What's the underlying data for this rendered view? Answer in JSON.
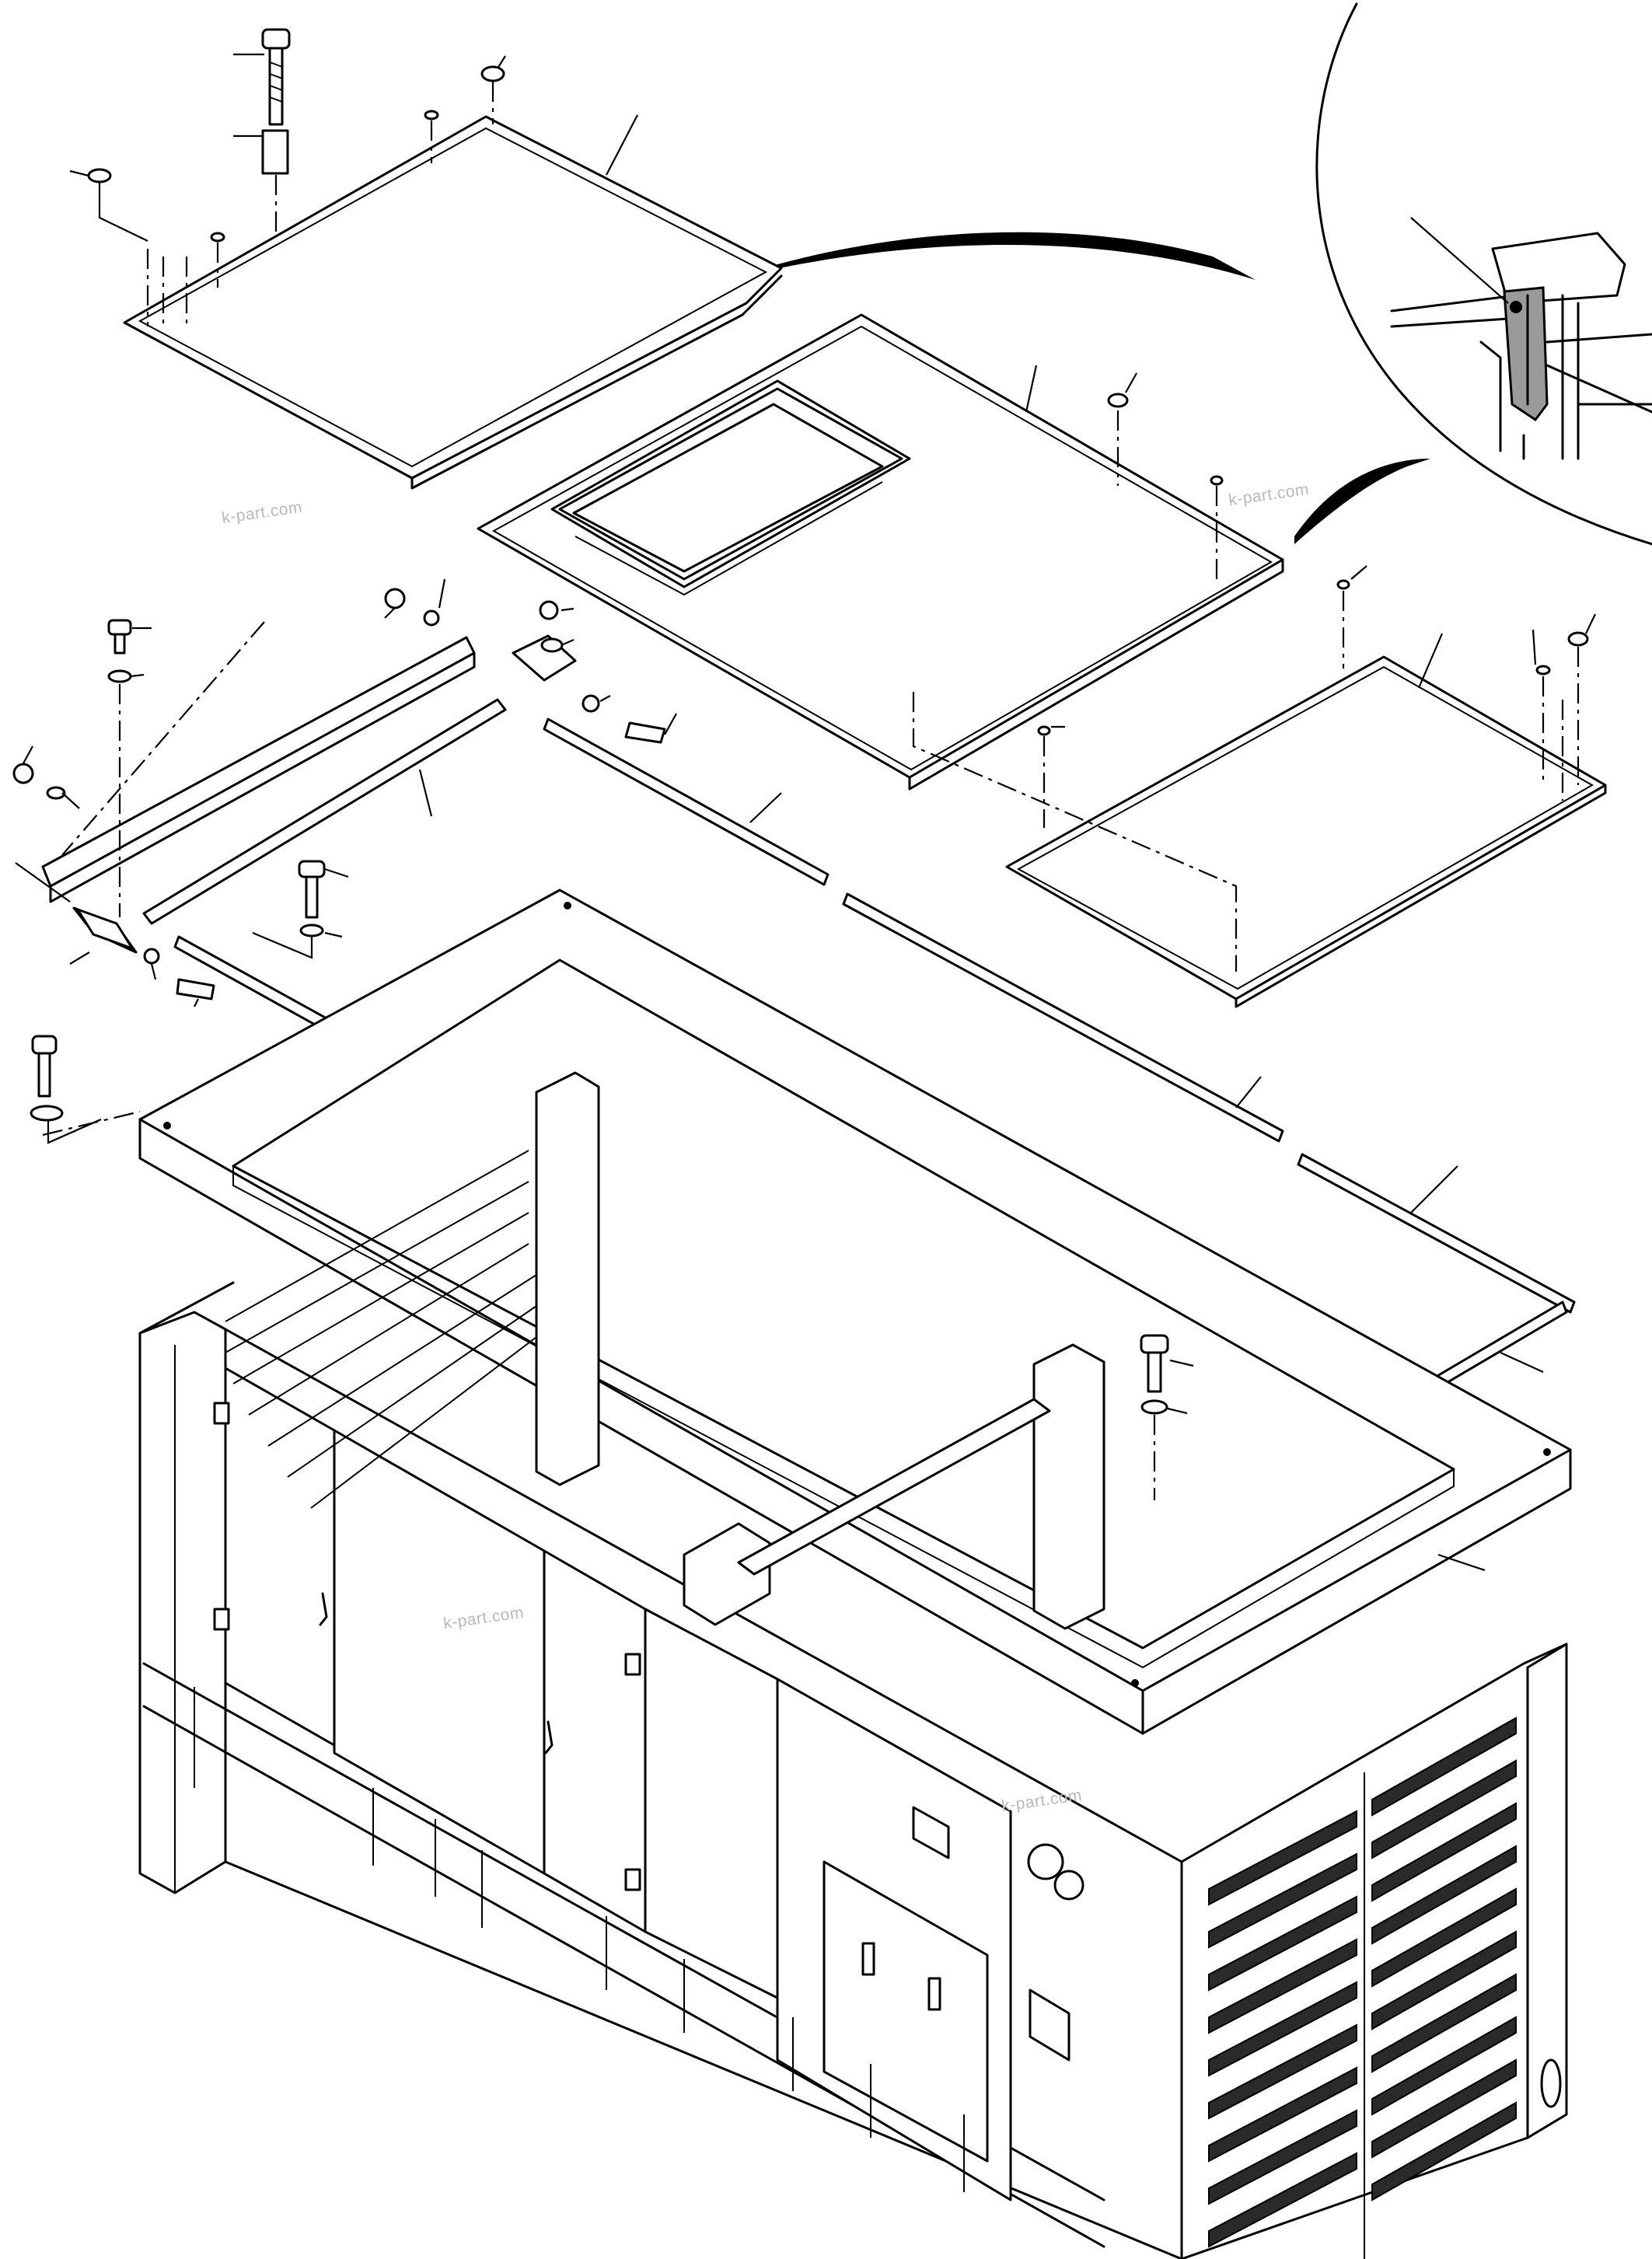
{
  "watermarks": [
    "k-part.com",
    "k-part.com",
    "k-part.com",
    "k-part.com"
  ],
  "colors": {
    "line": "#000000",
    "background": "#ffffff",
    "watermark": "#b9b9b9",
    "detail_fill": "#9a9a9a"
  }
}
